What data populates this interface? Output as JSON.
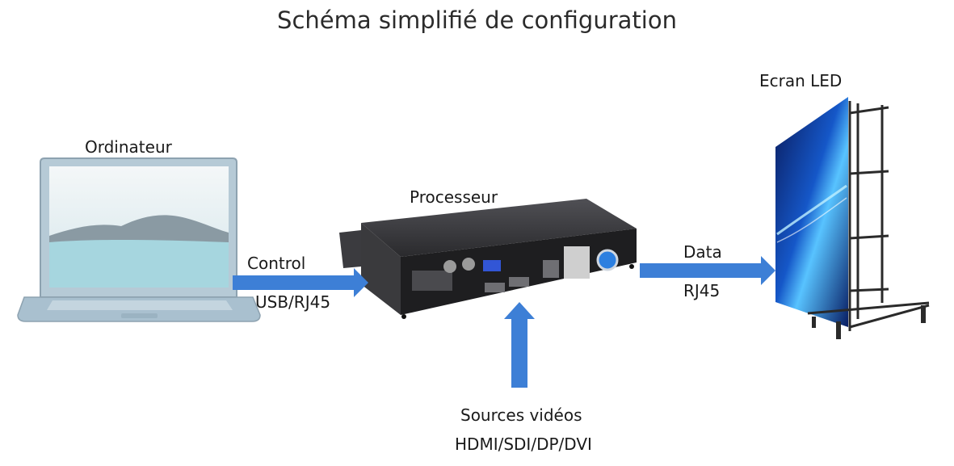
{
  "title": "Schéma simplifié de configuration",
  "nodes": {
    "computer": "Ordinateur",
    "processor": "Processeur",
    "led_screen": "Ecran LED",
    "sources": "Sources vidéos",
    "sources_formats": "HDMI/SDI/DP/DVI"
  },
  "links": {
    "control_label": "Control",
    "control_interface": "USB/RJ45",
    "data_label": "Data",
    "data_interface": "RJ45"
  },
  "colors": {
    "arrow": "#3d7fd6",
    "laptop_body": "#a9c0cf",
    "processor_body": "#2c2c2e"
  }
}
